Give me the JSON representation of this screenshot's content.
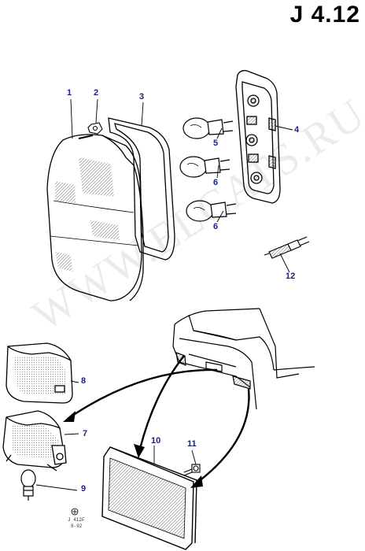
{
  "page": {
    "title": "J 4.12",
    "watermark": "WWW.ELCATS.RU",
    "stamp_line1": "J 412F",
    "stamp_line2": "8-92"
  },
  "callouts": {
    "c1": "1",
    "c2": "2",
    "c3": "3",
    "c4": "4",
    "c5": "5",
    "c6a": "6",
    "c6b": "6",
    "c7": "7",
    "c8": "8",
    "c9": "9",
    "c10": "10",
    "c11": "11",
    "c12": "12"
  },
  "colors": {
    "callout": "#1a237e",
    "line": "#000000"
  }
}
